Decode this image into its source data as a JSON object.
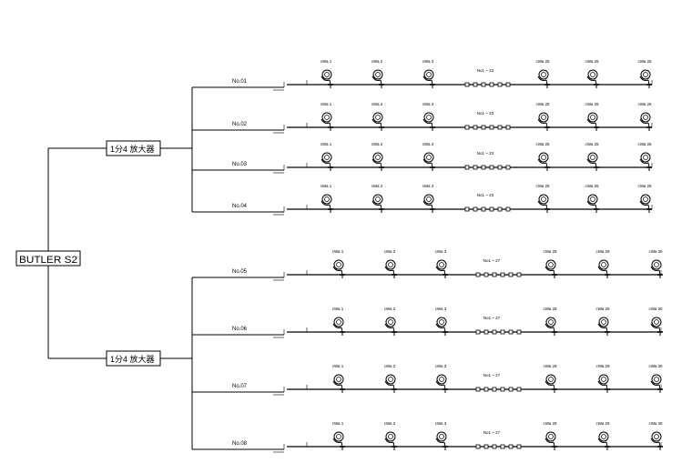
{
  "controller": {
    "label": "BUTLER S2"
  },
  "splitters": [
    {
      "label": "1分4 放大器"
    },
    {
      "label": "1分4 放大器"
    }
  ],
  "channels": [
    {
      "label": "No.01",
      "fixtures": [
        "cWa 1",
        "cWa 2",
        "cWa 3",
        "cWa 25",
        "cWa 25",
        "cWa 26"
      ],
      "range": "No1 ~ 23"
    },
    {
      "label": "No.02",
      "fixtures": [
        "cWa 1",
        "cWa 2",
        "cWa 3",
        "cWa 25",
        "cWa 25",
        "cWa 26"
      ],
      "range": "No1 ~ 23"
    },
    {
      "label": "No.03",
      "fixtures": [
        "cWa 1",
        "cWa 2",
        "cWa 3",
        "cWa 25",
        "cWa 25",
        "cWa 26"
      ],
      "range": "No1 ~ 23"
    },
    {
      "label": "No.04",
      "fixtures": [
        "cWa 1",
        "cWa 2",
        "cWa 3",
        "cWa 25",
        "cWa 25",
        "cWa 26"
      ],
      "range": "No1 ~ 23"
    },
    {
      "label": "No.05",
      "fixtures": [
        "cWa 1",
        "cWa 2",
        "cWa 3",
        "cWa 28",
        "cWa 29",
        "cWa 30"
      ],
      "range": "No1 ~ 27"
    },
    {
      "label": "No.06",
      "fixtures": [
        "cWa 1",
        "cWa 2",
        "cWa 3",
        "cWa 28",
        "cWa 29",
        "cWa 30"
      ],
      "range": "No1 ~ 27"
    },
    {
      "label": "No.07",
      "fixtures": [
        "cWa 1",
        "cWa 2",
        "cWa 3",
        "cWa 28",
        "cWa 29",
        "cWa 30"
      ],
      "range": "No1 ~ 27"
    },
    {
      "label": "No.08",
      "fixtures": [
        "cWa 1",
        "cWa 2",
        "cWa 3",
        "cWa 28",
        "cWa 29",
        "cWa 30"
      ],
      "range": "No1 ~ 27"
    }
  ],
  "icons": {
    "fixture": "spotlight-icon"
  }
}
